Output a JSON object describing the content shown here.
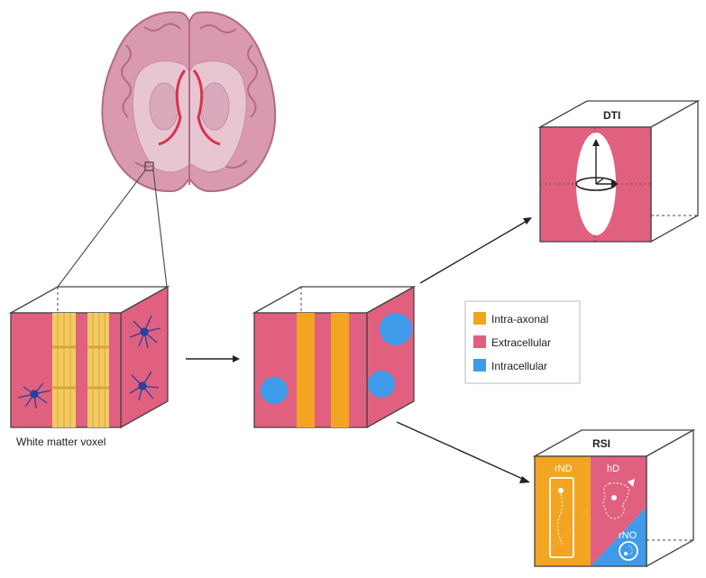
{
  "colors": {
    "pink": "#e1607f",
    "orange": "#f3a521",
    "blue": "#3d9be9",
    "axon_yellow": "#f2cc62",
    "neuron_blue": "#2b3f9e",
    "brain_pink": "#d99aae",
    "edge": "#444444"
  },
  "labels": {
    "white_matter_voxel": "White matter voxel",
    "dti": "DTI",
    "rsi": "RSI",
    "rnd": "rND",
    "hd": "hD",
    "rno": "rNO"
  },
  "legend": {
    "items": [
      {
        "label": "Intra-axonal",
        "color": "#f3a521"
      },
      {
        "label": "Extracellular",
        "color": "#e1607f"
      },
      {
        "label": "Intracellular",
        "color": "#3d9be9"
      }
    ]
  }
}
